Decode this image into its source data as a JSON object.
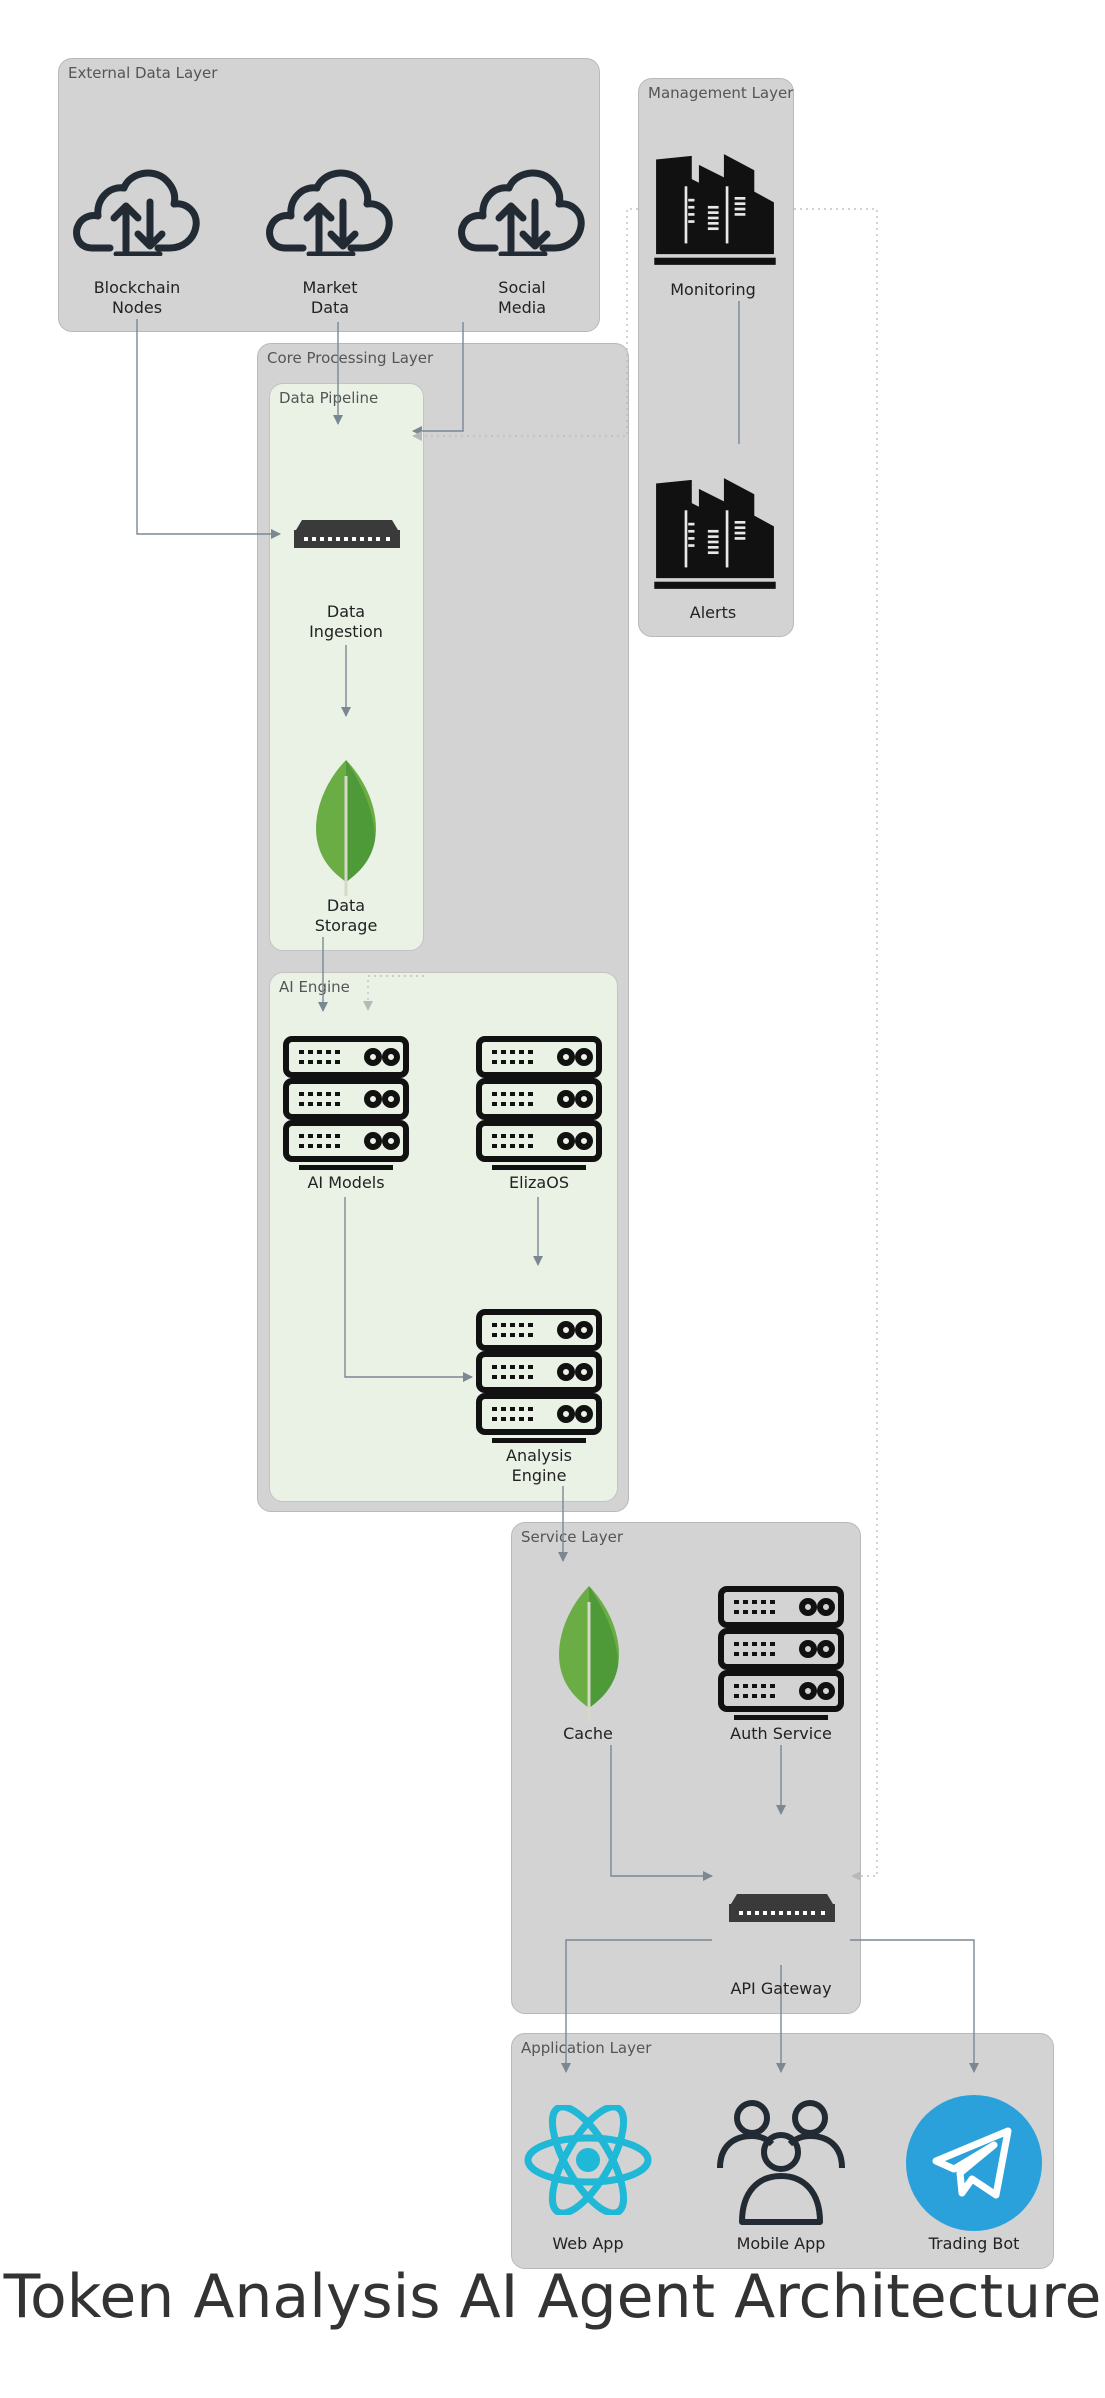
{
  "title": "Token Analysis AI Agent Architecture",
  "clusters": {
    "external": "External Data Layer",
    "management": "Management Layer",
    "core": "Core Processing Layer",
    "pipeline": "Data Pipeline",
    "ai": "AI Engine",
    "service": "Service Layer",
    "application": "Application Layer"
  },
  "nodes": {
    "blockchain": "Blockchain\nNodes",
    "market": "Market\nData",
    "social": "Social\nMedia",
    "monitoring": "Monitoring",
    "alerts": "Alerts",
    "ingestion": "Data\nIngestion",
    "storage": "Data\nStorage",
    "ai_models": "AI Models",
    "elizaos": "ElizaOS",
    "analysis": "Analysis\nEngine",
    "cache": "Cache",
    "auth": "Auth Service",
    "gateway": "API Gateway",
    "webapp": "Web App",
    "mobile": "Mobile App",
    "bot": "Trading Bot"
  },
  "colors": {
    "edge": "#7b8894",
    "dotted_edge": "#b8b8b8",
    "cluster_fill": "#d3d3d3",
    "subcluster_fill": "#eaf2e6",
    "cloud_icon": "#222b33",
    "mongo_green": "#5aa040",
    "react_blue": "#1fb8d7",
    "telegram_blue": "#2aa1da"
  },
  "icons": {
    "cloud": "cloud-upload-download-icon",
    "factory": "factory-icon",
    "switch": "network-switch-icon",
    "leaf": "mongodb-leaf-icon",
    "server": "server-rack-icon",
    "react": "react-atom-icon",
    "users": "users-icon",
    "telegram": "telegram-icon"
  }
}
